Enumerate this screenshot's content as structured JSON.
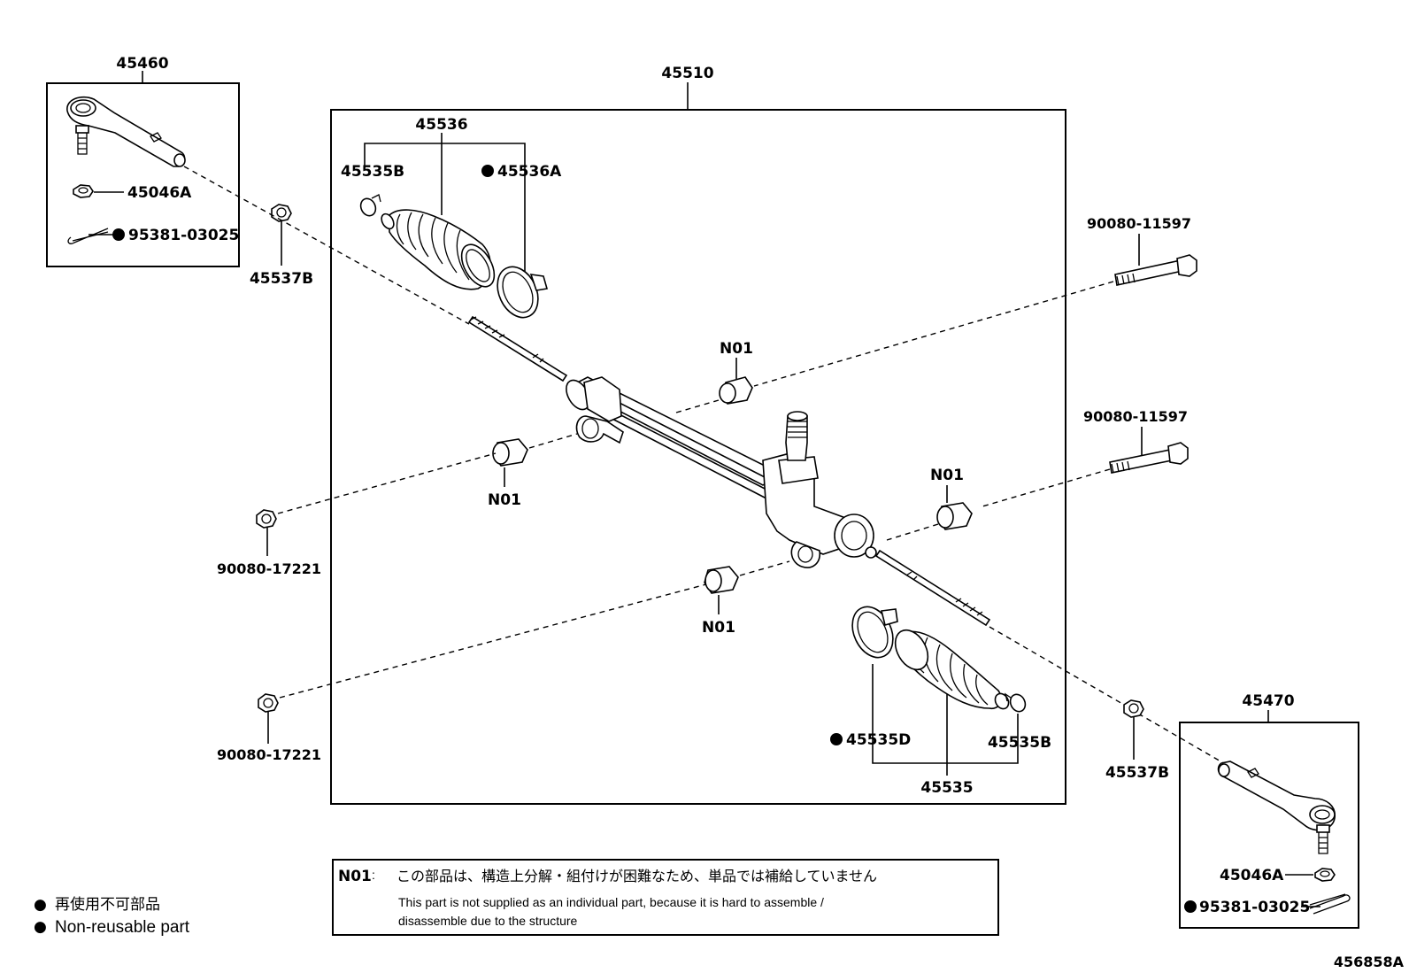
{
  "diagram_id": "456858A",
  "groups": {
    "rack_assembly": "45510",
    "tie_rod_end_left": "45460",
    "tie_rod_end_right": "45470",
    "boot_set_left": "45536",
    "boot_set_right": "45535"
  },
  "labels": {
    "boot_clamp_left": "45535B",
    "boot_clamp_big_left": "45536A",
    "nut_left": "45046A",
    "cotter_pin_left": "95381-03025",
    "lock_nut_left": "45537B",
    "bolt_upper": "90080-11597",
    "bolt_middle": "90080-11597",
    "nut_lower_1": "90080-17221",
    "nut_lower_2": "90080-17221",
    "bushing_1": "N01",
    "bushing_2": "N01",
    "bushing_3": "N01",
    "bushing_4": "N01",
    "boot_clamp_big_right": "45535D",
    "boot_clamp_right": "45535B",
    "lock_nut_right": "45537B",
    "nut_right": "45046A",
    "cotter_pin_right": "95381-03025"
  },
  "note": {
    "code": "N01",
    "colon": ":",
    "jp": "この部品は、構造上分解・組付けが困難なため、単品では補給していません",
    "en_line1": "This part is not supplied as an individual part, because it is hard to assemble /",
    "en_line2": "disassemble  due to the structure"
  },
  "legend": {
    "jp": "再使用不可部品",
    "en": "Non-reusable part",
    "marker": "●"
  },
  "non_reusable_marker": "●"
}
